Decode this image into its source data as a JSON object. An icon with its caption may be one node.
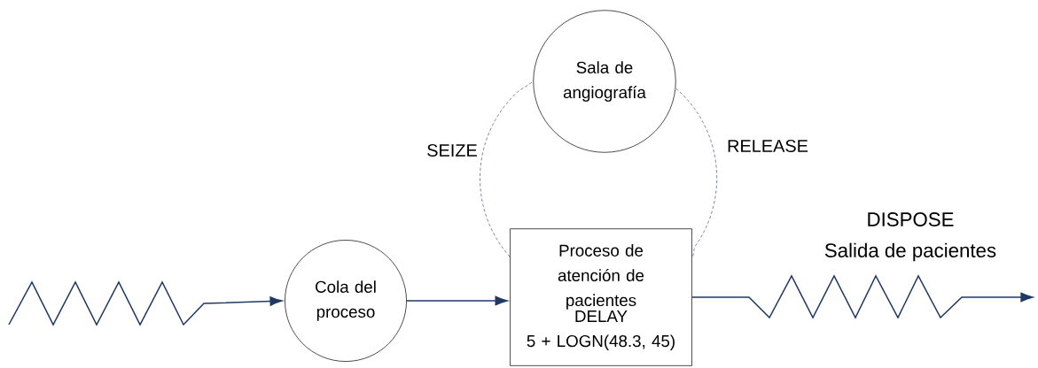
{
  "diagram": {
    "nodes": [
      {
        "text": [
          "Cola del proceso"
        ]
      },
      {
        "text": [
          "Sala de angiografía"
        ]
      },
      {
        "text": [
          "Proceso de atención de pacientes",
          "DELAY",
          "5 + LOGN(48.3, 45)"
        ]
      }
    ],
    "edges": [
      {
        "from": null,
        "to": 0,
        "arrow": "to"
      },
      {
        "from": 0,
        "to": 2,
        "arrow": "to"
      },
      {
        "from": 2,
        "to": 1,
        "arrow": "none",
        "label": "SEIZE",
        "style": "dashed"
      },
      {
        "from": 1,
        "to": 2,
        "arrow": "none",
        "label": "RELEASE",
        "style": "dashed"
      },
      {
        "from": 2,
        "to": null,
        "arrow": "to"
      }
    ],
    "labels": [
      "DISPOSE",
      "Salida de pacientes"
    ]
  }
}
